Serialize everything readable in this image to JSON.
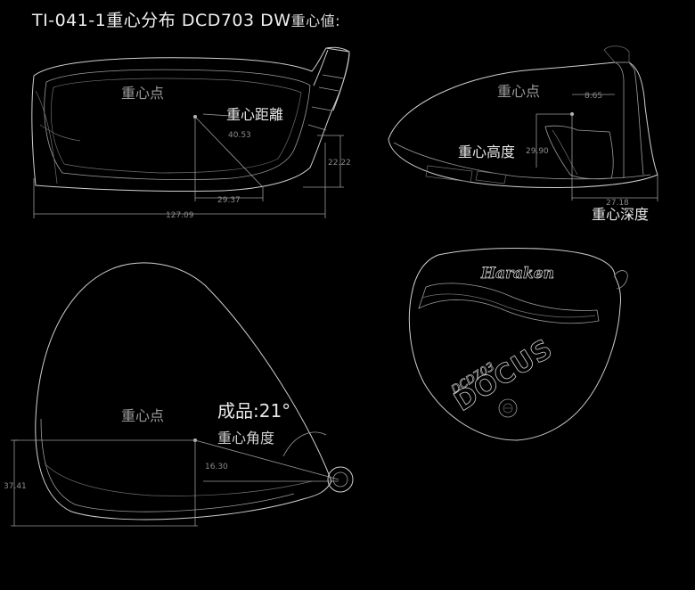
{
  "title": {
    "main": "TI-041-1重心分布 DCD703 DW",
    "suffix": "重心値:"
  },
  "front_view": {
    "cg_point_label": "重心点",
    "cg_distance_label": "重心距離",
    "dim_cg_distance": "40.53",
    "dim_height": "22.22",
    "dim_offset": "29.37",
    "dim_length": "127.09"
  },
  "side_view": {
    "cg_point_label": "重心点",
    "cg_height_label": "重心高度",
    "dim_cg_height": "29.90",
    "dim_top": "8.65",
    "dim_depth": "27.18",
    "cg_depth_label": "重心深度"
  },
  "top_view": {
    "cg_point_label": "重心点",
    "finished_label": "成品:21°",
    "cg_angle_label": "重心角度",
    "dim_angle": "16.30",
    "dim_vertical": "37.41"
  },
  "sole_view": {
    "brand": "Haraken",
    "model": "DCD703",
    "logo": "DOCUS"
  }
}
